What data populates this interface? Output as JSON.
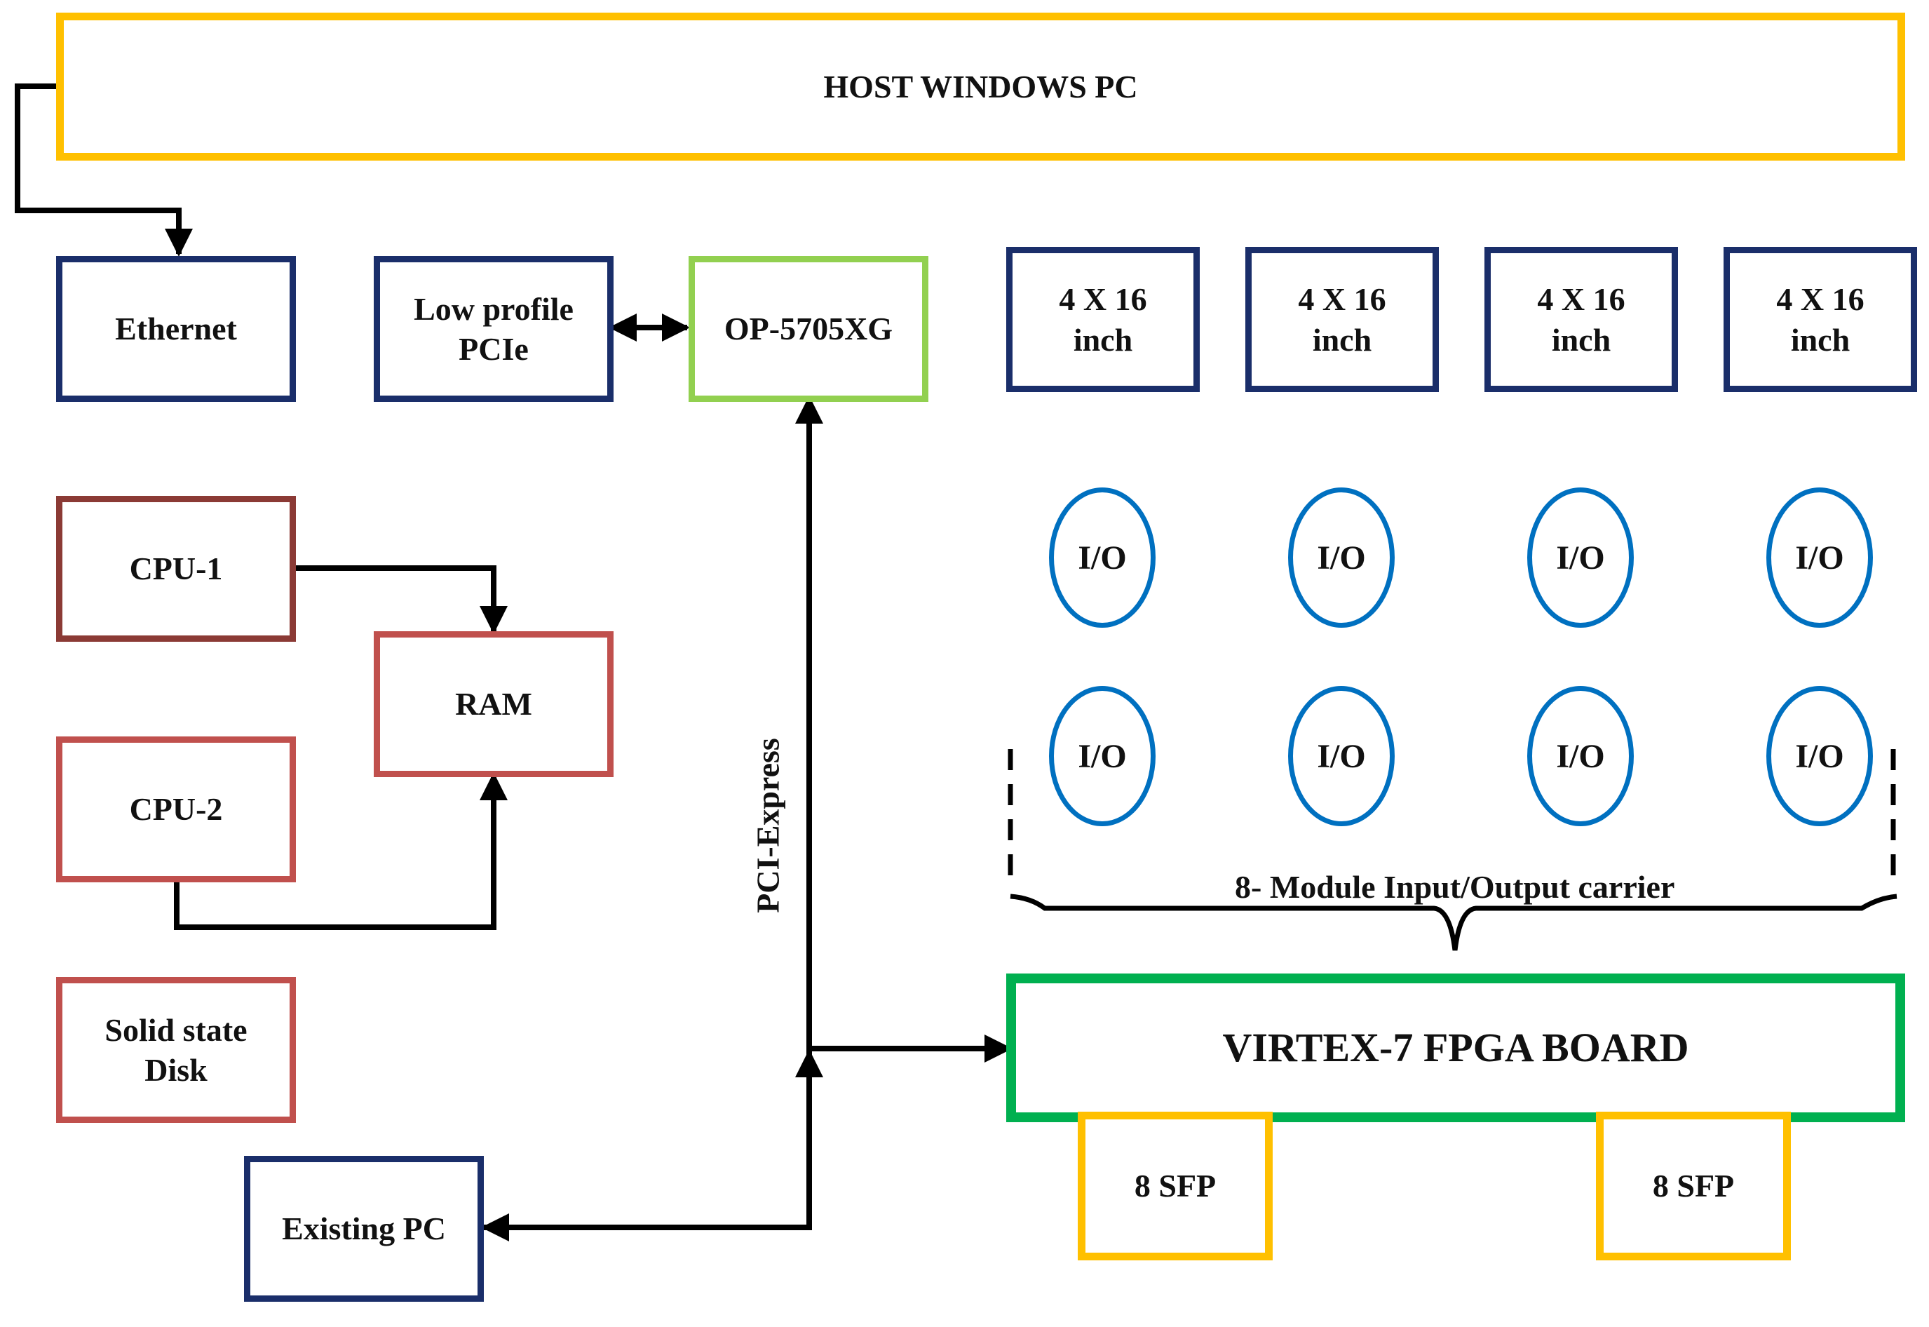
{
  "host": {
    "label": "HOST WINDOWS PC"
  },
  "ethernet": {
    "label": "Ethernet"
  },
  "pcie_low": {
    "label_line1": "Low profile",
    "label_line2": "PCIe"
  },
  "op": {
    "label": "OP-5705XG"
  },
  "cpu1": {
    "label": "CPU-1"
  },
  "cpu2": {
    "label": "CPU-2"
  },
  "ram": {
    "label": "RAM"
  },
  "ssd": {
    "label_line1": "Solid state",
    "label_line2": "Disk"
  },
  "existing_pc": {
    "label": "Existing PC"
  },
  "pci_express": {
    "label": "PCI-Express"
  },
  "monitors": [
    {
      "line1": "4 X 16",
      "line2": "inch"
    },
    {
      "line1": "4 X 16",
      "line2": "inch"
    },
    {
      "line1": "4 X 16",
      "line2": "inch"
    },
    {
      "line1": "4 X 16",
      "line2": "inch"
    }
  ],
  "io_modules": [
    "I/O",
    "I/O",
    "I/O",
    "I/O",
    "I/O",
    "I/O",
    "I/O",
    "I/O"
  ],
  "carrier": {
    "label": "8- Module Input/Output carrier"
  },
  "fpga": {
    "label": "VIRTEX-7 FPGA BOARD"
  },
  "sfp": [
    {
      "label": "8 SFP"
    },
    {
      "label": "8 SFP"
    }
  ],
  "colors": {
    "navy": "#1a2e6a",
    "gold": "#ffc000",
    "green": "#00b050",
    "light_green": "#92d050",
    "red": "#c0504d",
    "brown": "#8b3a35",
    "blue": "#0070c0"
  }
}
